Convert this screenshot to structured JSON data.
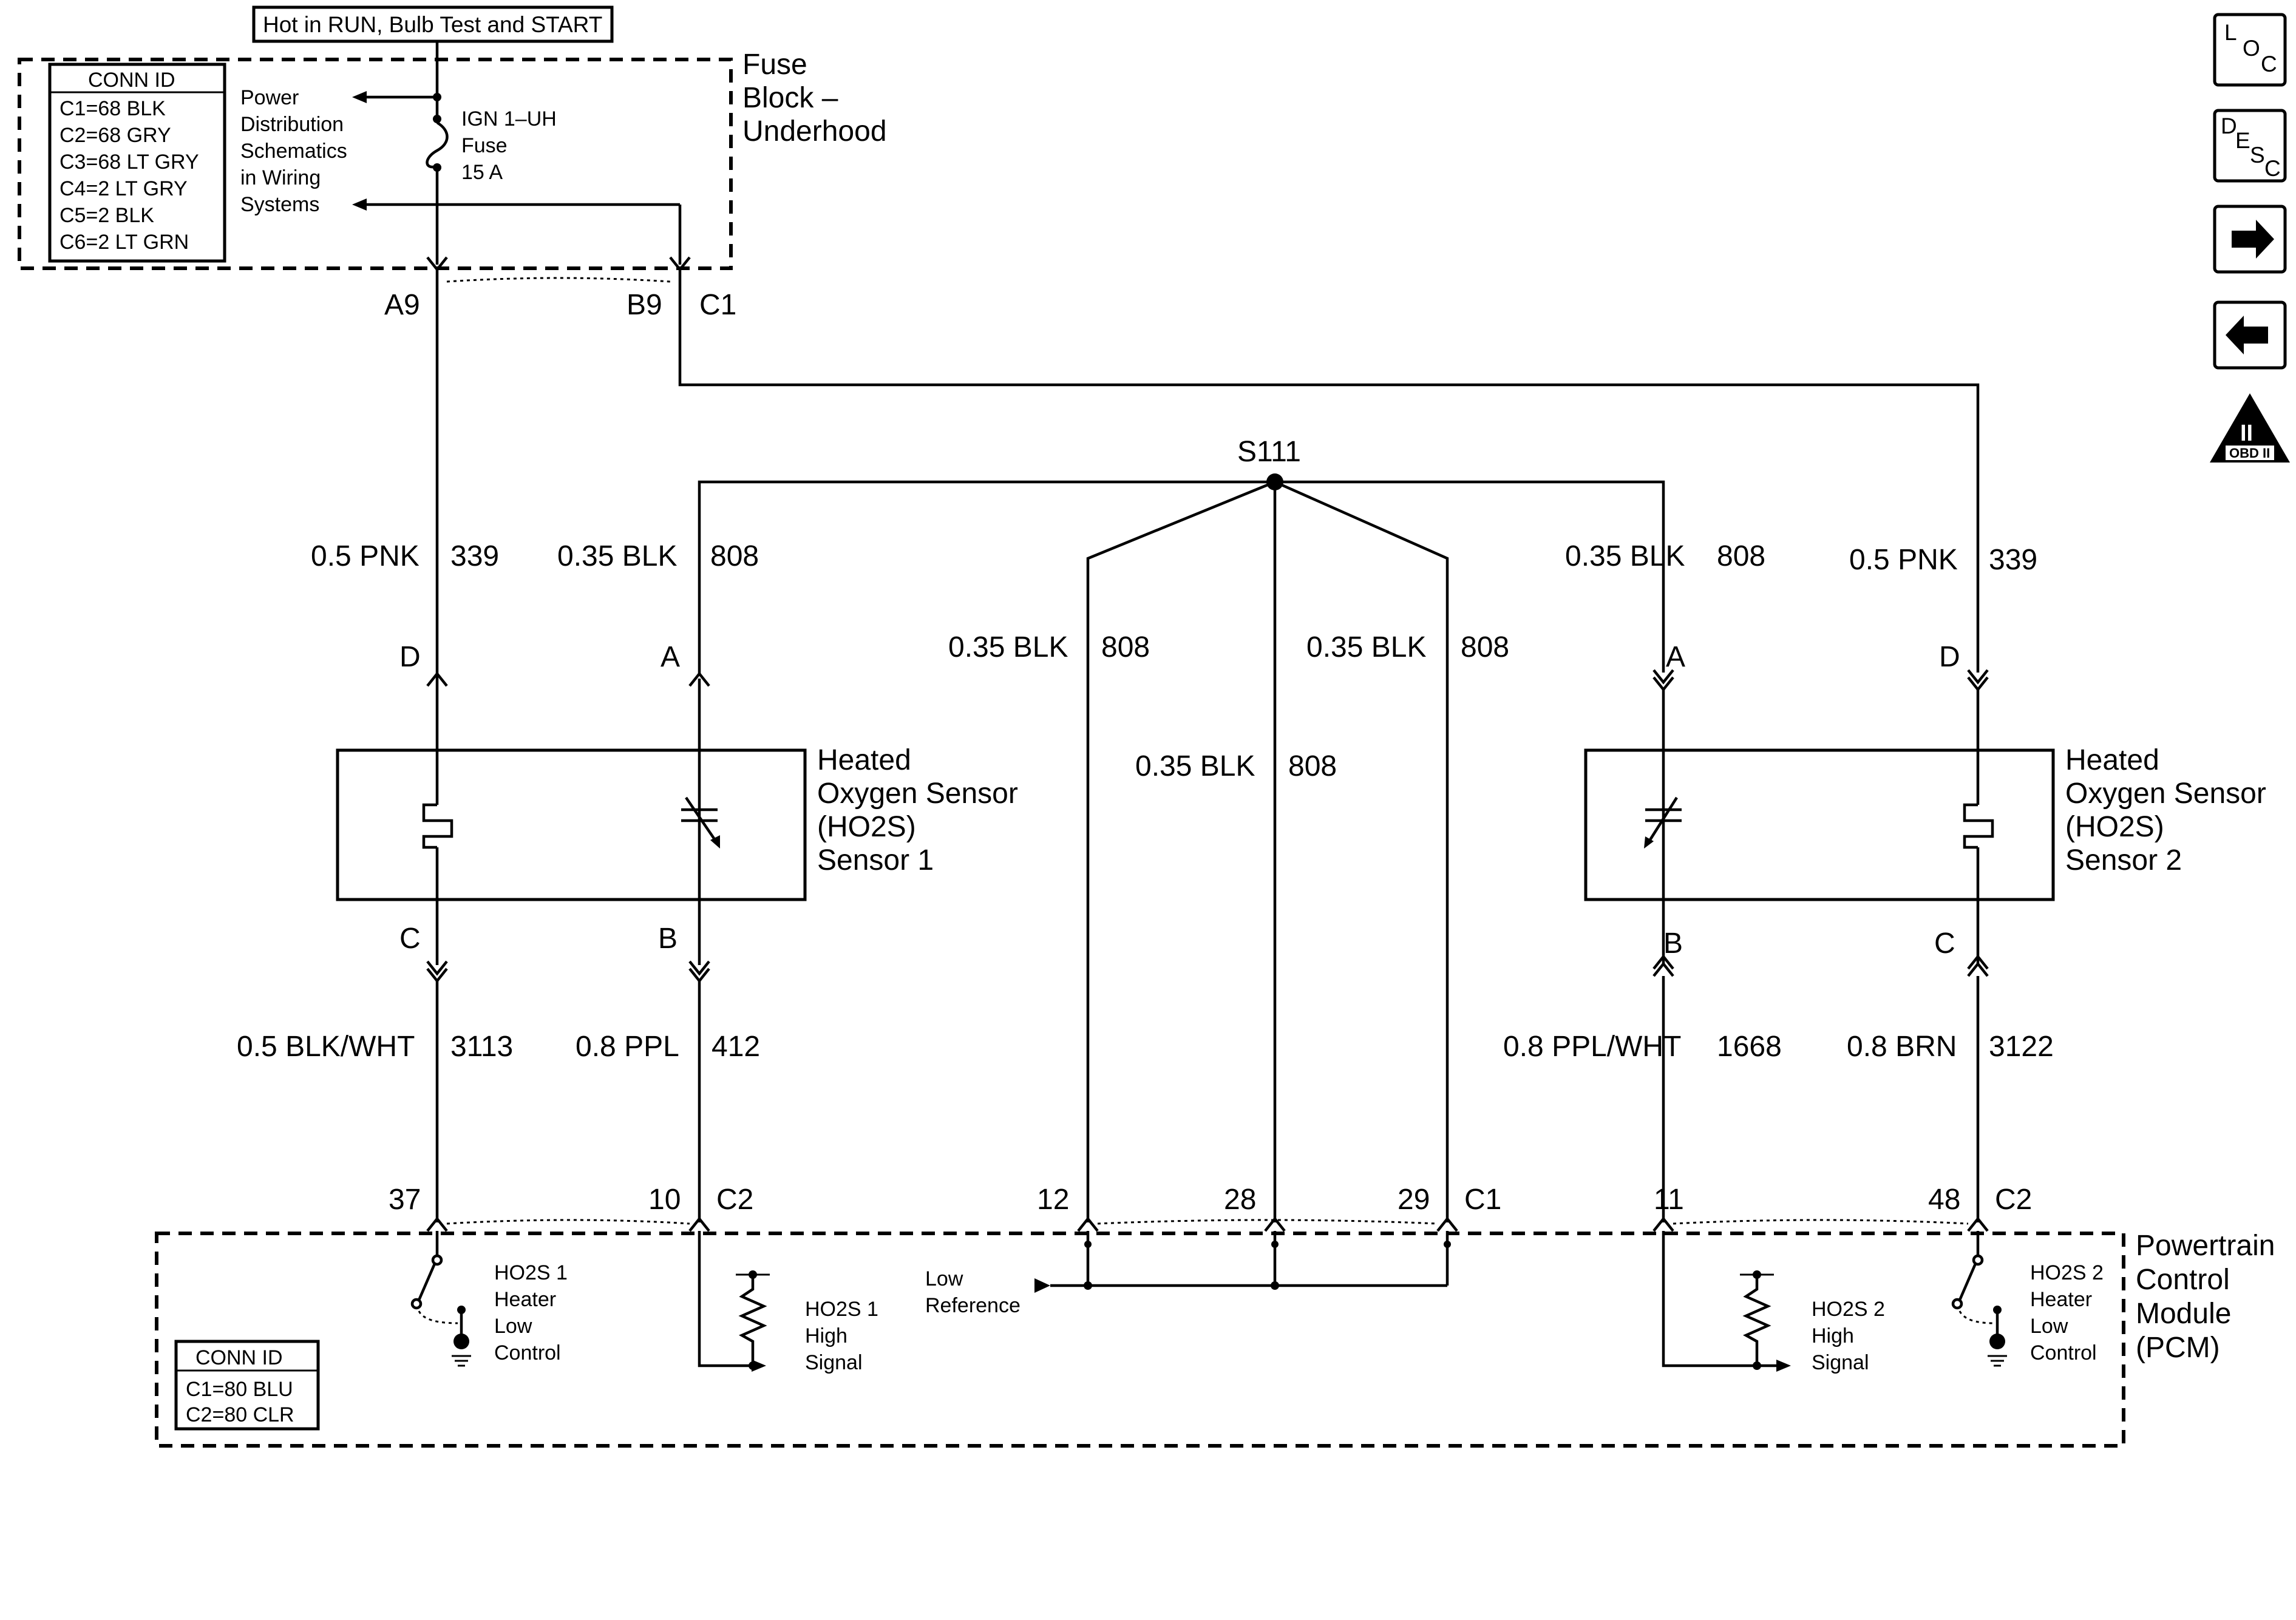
{
  "top_banner": "Hot in RUN, Bulb Test and START",
  "fuse_block": {
    "title_lines": [
      "Fuse",
      "Block –",
      "Underhood"
    ],
    "conn_id": {
      "header": "CONN ID",
      "rows": [
        "C1=68 BLK",
        "C2=68 GRY",
        "C3=68 LT GRY",
        "C4=2 LT GRY",
        "C5=2 BLK",
        "C6=2 LT GRN"
      ]
    },
    "power_dist_lines": [
      "Power",
      "Distribution",
      "Schematics",
      "in Wiring",
      "Systems"
    ],
    "fuse_lines": [
      "IGN 1–UH",
      "Fuse",
      "15 A"
    ],
    "pins": {
      "a9": "A9",
      "b9": "B9",
      "c1": "C1"
    }
  },
  "splice": "S111",
  "wires": {
    "pnk_left": {
      "gauge_color": "0.5 PNK",
      "circuit": "339"
    },
    "blk_left": {
      "gauge_color": "0.35 BLK",
      "circuit": "808"
    },
    "blk_mid_l": {
      "gauge_color": "0.35 BLK",
      "circuit": "808"
    },
    "blk_mid_c": {
      "gauge_color": "0.35 BLK",
      "circuit": "808"
    },
    "blk_mid_r": {
      "gauge_color": "0.35 BLK",
      "circuit": "808"
    },
    "blk_right": {
      "gauge_color": "0.35 BLK",
      "circuit": "808"
    },
    "pnk_right": {
      "gauge_color": "0.5 PNK",
      "circuit": "339"
    },
    "blkwht": {
      "gauge_color": "0.5 BLK/WHT",
      "circuit": "3113"
    },
    "ppl": {
      "gauge_color": "0.8 PPL",
      "circuit": "412"
    },
    "pplwht": {
      "gauge_color": "0.8 PPL/WHT",
      "circuit": "1668"
    },
    "brn": {
      "gauge_color": "0.8 BRN",
      "circuit": "3122"
    }
  },
  "sensor1": {
    "title_lines": [
      "Heated",
      "Oxygen Sensor",
      "(HO2S)",
      "Sensor 1"
    ],
    "pins": {
      "d": "D",
      "a": "A",
      "c": "C",
      "b": "B"
    }
  },
  "sensor2": {
    "title_lines": [
      "Heated",
      "Oxygen Sensor",
      "(HO2S)",
      "Sensor 2"
    ],
    "pins": {
      "a": "A",
      "d": "D",
      "b": "B",
      "c": "C"
    }
  },
  "pcm": {
    "title_lines": [
      "Powertrain",
      "Control",
      "Module",
      "(PCM)"
    ],
    "pins": {
      "p37": "37",
      "p10": "10",
      "c2_left": "C2",
      "p12": "12",
      "p28": "28",
      "p29": "29",
      "c1": "C1",
      "p11": "11",
      "p48": "48",
      "c2_right": "C2"
    },
    "conn_id": {
      "header": "CONN ID",
      "rows": [
        "C1=80 BLU",
        "C2=80 CLR"
      ]
    },
    "ho2s1_heater_lines": [
      "HO2S 1",
      "Heater",
      "Low",
      "Control"
    ],
    "ho2s1_signal_lines": [
      "HO2S 1",
      "High",
      "Signal"
    ],
    "low_ref_lines": [
      "Low",
      "Reference"
    ],
    "ho2s2_signal_lines": [
      "HO2S 2",
      "High",
      "Signal"
    ],
    "ho2s2_heater_lines": [
      "HO2S 2",
      "Heater",
      "Low",
      "Control"
    ]
  },
  "nav_icons": {
    "loc": {
      "l": "L",
      "o": "O",
      "c": "C"
    },
    "desc": {
      "d": "D",
      "e": "E",
      "s": "S",
      "c": "C"
    },
    "obd_roman": "II",
    "obd_label": "OBD II"
  }
}
